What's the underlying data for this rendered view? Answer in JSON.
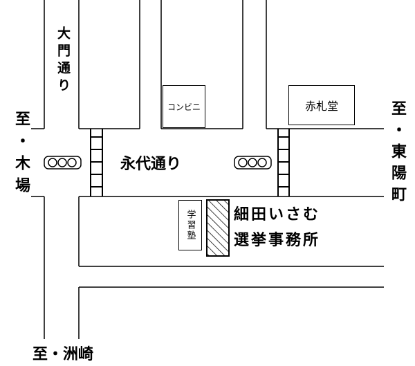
{
  "map": {
    "street_vertical": "大門通り",
    "street_horizontal": "永代通り",
    "dir_left": "至・木場",
    "dir_right": "至・東陽町",
    "dir_bottom": "至・洲崎",
    "store_convenience": "コンビニ",
    "store_akafudado": "赤札堂",
    "cram_school": "学習塾",
    "office_line1": "細田いさむ",
    "office_line2": "選挙事務所"
  }
}
